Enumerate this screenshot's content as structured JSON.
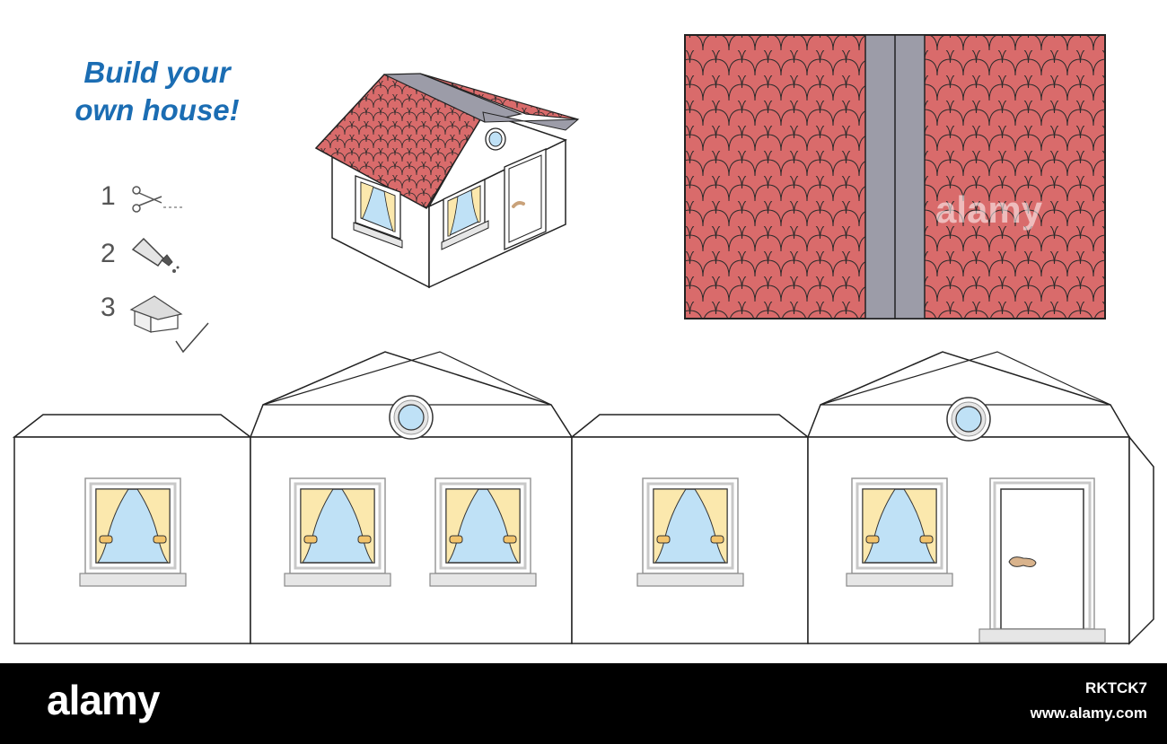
{
  "title": {
    "line1": "Build your",
    "line2": "own house!"
  },
  "steps": [
    {
      "number": "1",
      "icon": "scissors-icon"
    },
    {
      "number": "2",
      "icon": "glue-tube-icon"
    },
    {
      "number": "3",
      "icon": "house-check-icon"
    }
  ],
  "watermark": "alamy",
  "footer": {
    "brand": "alamy",
    "image_id": "RKTCK7",
    "site": "www.alamy.com"
  },
  "colors": {
    "title": "#1b6db3",
    "roof_tile": "#d96b6b",
    "ridge": "#9c9ca8",
    "window_sky": "#bfe1f6",
    "curtain": "#fbe8ad",
    "footer": "#000000"
  }
}
